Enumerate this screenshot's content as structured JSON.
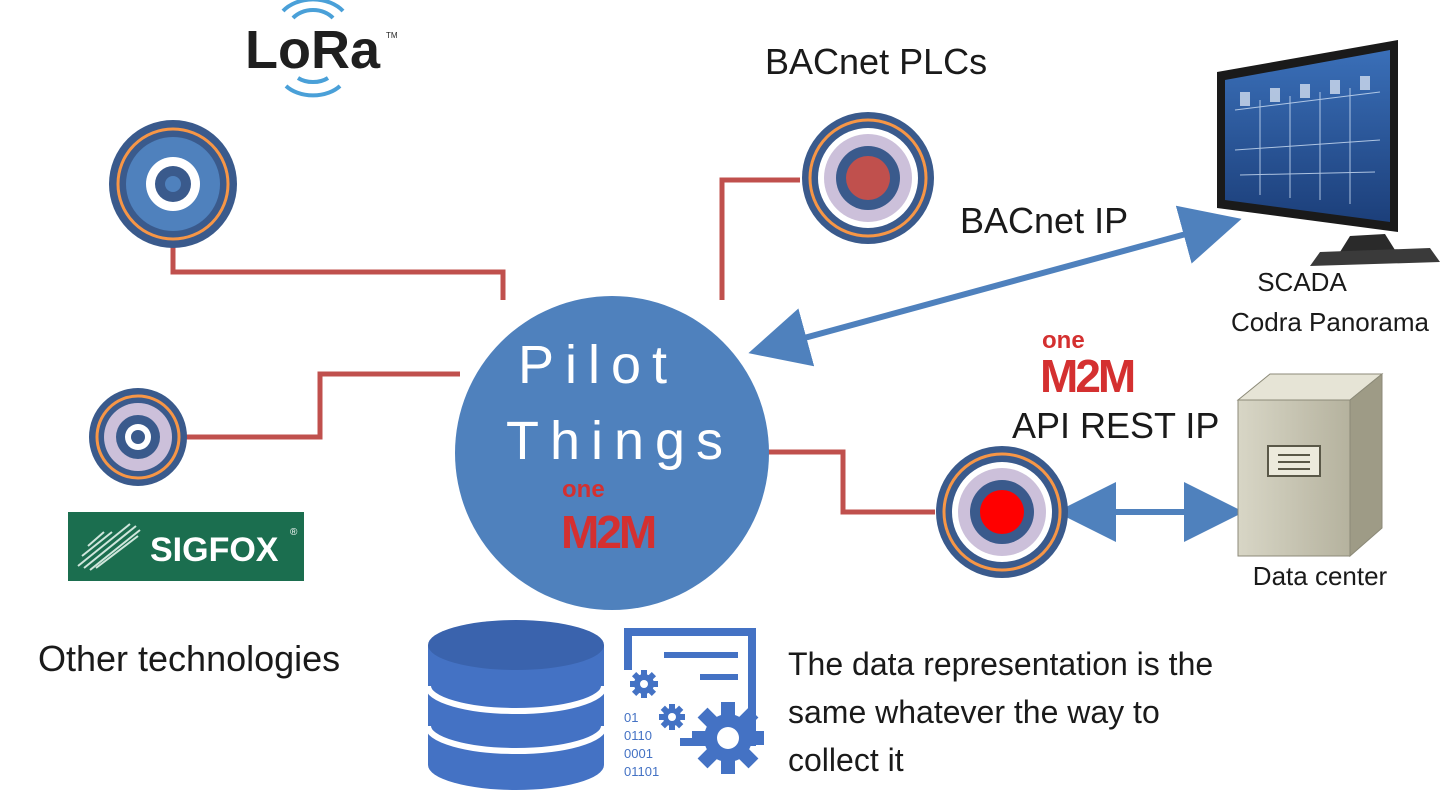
{
  "hub": {
    "line1": "Pilot",
    "line2": "Things"
  },
  "logos": {
    "lora": "LoRa",
    "lora_tm": "TM",
    "sigfox": "SIGFOX",
    "sigfox_tm": "®",
    "onem2m_one": "one",
    "onem2m_m2m": "M2M"
  },
  "labels": {
    "bacnet_plcs": "BACnet PLCs",
    "bacnet_ip": "BACnet IP",
    "scada_line1": "SCADA",
    "scada_line2": "Codra Panorama",
    "api_rest_ip": "API REST IP",
    "data_center": "Data center",
    "other_technologies": "Other technologies",
    "data_repr_line1": "The data representation is the",
    "data_repr_line2": "same whatever the way to",
    "data_repr_line3": "collect it"
  },
  "binary_lines": [
    "01",
    "0110",
    "0001",
    "01101"
  ],
  "colors": {
    "hub": "#4f81bd",
    "connector": "#c0504d",
    "arrow": "#4f81bd",
    "ring_dark": "#3a5a8c",
    "ring_orange": "#f79646",
    "ring_lavender": "#ccc0da",
    "target_red": "#c0504d",
    "target_bright_red": "#ff0000",
    "sigfox_bg": "#1b6e4f",
    "onem2m_red": "#d43030",
    "database": "#4472c4"
  },
  "icons": {
    "lora": "lora-logo",
    "sigfox": "sigfox-logo",
    "onem2m": "onem2m-logo",
    "scada": "monitor-icon",
    "datacenter": "server-cabinet-icon",
    "database": "database-icon",
    "config": "document-gears-icon"
  }
}
